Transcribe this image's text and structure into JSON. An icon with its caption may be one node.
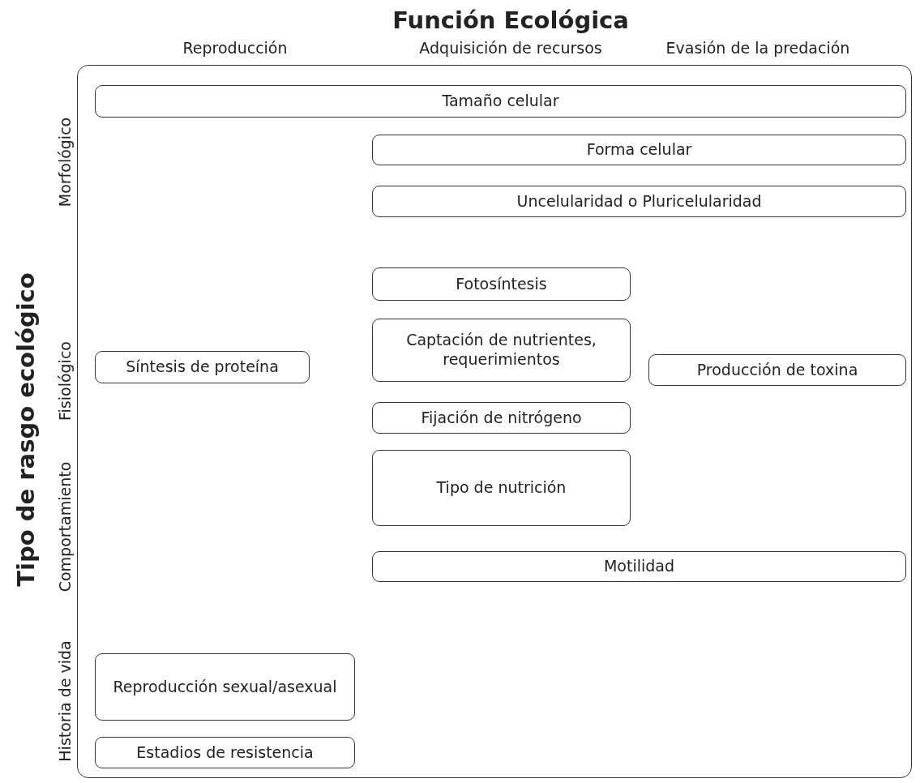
{
  "diagram": {
    "title": "Función Ecológica",
    "nodes": [
      {
        "text": [
          "Tamaño celular"
        ]
      },
      {
        "text": [
          "Forma celular"
        ]
      },
      {
        "text": [
          "Uncelularidad o Pluricelularidad"
        ]
      },
      {
        "text": [
          "Fotosíntesis"
        ]
      },
      {
        "text": [
          "Captación de nutrientes, requerimientos"
        ]
      },
      {
        "text": [
          "Síntesis de proteína"
        ]
      },
      {
        "text": [
          "Producción de toxina"
        ]
      },
      {
        "text": [
          "Fijación de nitrógeno"
        ]
      },
      {
        "text": [
          "Tipo de nutrición"
        ]
      },
      {
        "text": [
          "Motilidad"
        ]
      },
      {
        "text": [
          "Reproducción sexual/asexual"
        ]
      },
      {
        "text": [
          "Estadios de resistencia"
        ]
      }
    ],
    "labels": [
      "Reproducción",
      "Adquisición de recursos",
      "Evasión de la predación",
      "Tipo de rasgo ecológico",
      "Morfológico",
      "Fisiológico",
      "Comportamiento",
      "Historia de vida"
    ]
  }
}
